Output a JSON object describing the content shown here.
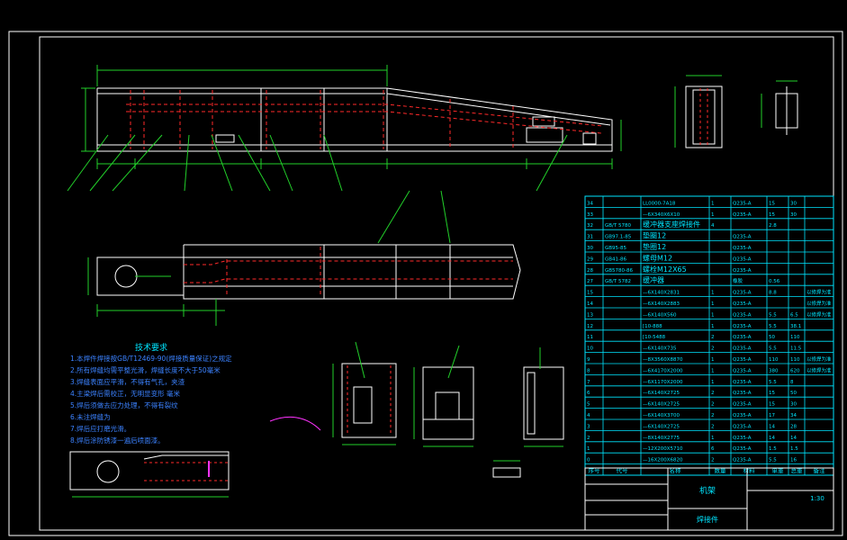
{
  "colors": {
    "background": "#000000",
    "frame": "#ffffff",
    "outline": "#ffffff",
    "dimension": "#22d02a",
    "hidden": "#ff2a2a",
    "table": "#00e5ff",
    "notes": "#3b82ff",
    "highlight": "#ff33ff",
    "leader": "#ffff00"
  },
  "notes": {
    "title": "技术要求",
    "items": [
      "1.本焊件焊接按GB/T12469-90(焊接质量保证)之规定",
      "2.所有焊缝均需平整光滑，焊缝长度不大于50毫米",
      "3.焊缝表面应平滑，不得有气孔，夹渣",
      "4.主梁焊后需校正，无明显变形  毫米",
      "5.焊后须做去应力处理，不得有裂纹",
      "6.未注焊缝为",
      "7.焊后应打磨光滑。",
      "8.焊后涂防锈漆一遍后喷面漆。"
    ]
  },
  "bom": {
    "header": [
      "序号",
      "代号",
      "名称",
      "数量",
      "材料",
      "单重",
      "总重",
      "备注"
    ],
    "rows": [
      {
        "no": "34",
        "code": "",
        "name": "LL0000-7A18",
        "qty": "1",
        "mat": "Q235-A",
        "w1": "15",
        "w2": "30",
        "note": ""
      },
      {
        "no": "33",
        "code": "",
        "name": "—6X340X6X10",
        "qty": "1",
        "mat": "Q235-A",
        "w1": "15",
        "w2": "30",
        "note": ""
      },
      {
        "no": "32",
        "code": "GB/T 5780",
        "name": "缓冲器支座焊接件",
        "qty": "4",
        "mat": "",
        "w1": "2.8",
        "w2": "",
        "note": ""
      },
      {
        "no": "31",
        "code": "GB97.1-85",
        "name": "垫圈12",
        "qty": "",
        "mat": "Q235-A",
        "w1": "",
        "w2": "",
        "note": ""
      },
      {
        "no": "30",
        "code": "GB95-85",
        "name": "垫圈12",
        "qty": "",
        "mat": "Q235-A",
        "w1": "",
        "w2": "",
        "note": ""
      },
      {
        "no": "29",
        "code": "GB41-86",
        "name": "螺母M12",
        "qty": "",
        "mat": "Q235-A",
        "w1": "",
        "w2": "",
        "note": ""
      },
      {
        "no": "28",
        "code": "GB5780-86",
        "name": "螺栓M12X65",
        "qty": "",
        "mat": "Q235-A",
        "w1": "",
        "w2": "",
        "note": ""
      },
      {
        "no": "27",
        "code": "GB/T 5782",
        "name": "缓冲器",
        "qty": "",
        "mat": "橡胶",
        "w1": "0.56",
        "w2": "",
        "note": ""
      },
      {
        "no": "15",
        "code": "",
        "name": "—6X140X2831",
        "qty": "1",
        "mat": "Q235-A",
        "w1": "8.8",
        "w2": "",
        "note": "以修焊为准"
      },
      {
        "no": "14",
        "code": "",
        "name": "—6X140X2883",
        "qty": "1",
        "mat": "Q235-A",
        "w1": "",
        "w2": "",
        "note": "以修焊为准"
      },
      {
        "no": "13",
        "code": "",
        "name": "—6X140X560",
        "qty": "1",
        "mat": "Q235-A",
        "w1": "5.5",
        "w2": "6.5",
        "note": "以修焊为准"
      },
      {
        "no": "12",
        "code": "",
        "name": "[10-888",
        "qty": "1",
        "mat": "Q235-A",
        "w1": "5.5",
        "w2": "38.1",
        "note": ""
      },
      {
        "no": "11",
        "code": "",
        "name": "[10-5488",
        "qty": "2",
        "mat": "Q235-A",
        "w1": "50",
        "w2": "110",
        "note": ""
      },
      {
        "no": "10",
        "code": "",
        "name": "—6X140X735",
        "qty": "2",
        "mat": "Q235-A",
        "w1": "5.5",
        "w2": "11.5",
        "note": ""
      },
      {
        "no": "9",
        "code": "",
        "name": "—8X3560X8870",
        "qty": "1",
        "mat": "Q235-A",
        "w1": "110",
        "w2": "110",
        "note": "以修焊为准"
      },
      {
        "no": "8",
        "code": "",
        "name": "—6X4170X2000",
        "qty": "1",
        "mat": "Q235-A",
        "w1": "380",
        "w2": "620",
        "note": "以修焊为准"
      },
      {
        "no": "7",
        "code": "",
        "name": "—6X1170X2000",
        "qty": "1",
        "mat": "Q235-A",
        "w1": "5.5",
        "w2": "8",
        "note": ""
      },
      {
        "no": "6",
        "code": "",
        "name": "—6X140X2725",
        "qty": "2",
        "mat": "Q235-A",
        "w1": "15",
        "w2": "50",
        "note": ""
      },
      {
        "no": "5",
        "code": "",
        "name": "—6X140X2725",
        "qty": "2",
        "mat": "Q235-A",
        "w1": "15",
        "w2": "30",
        "note": ""
      },
      {
        "no": "4",
        "code": "",
        "name": "—6X140X3700",
        "qty": "2",
        "mat": "Q235-A",
        "w1": "17",
        "w2": "34",
        "note": ""
      },
      {
        "no": "3",
        "code": "",
        "name": "—6X140X2725",
        "qty": "2",
        "mat": "Q235-A",
        "w1": "14",
        "w2": "28",
        "note": ""
      },
      {
        "no": "2",
        "code": "",
        "name": "—8X140X2775",
        "qty": "1",
        "mat": "Q235-A",
        "w1": "14",
        "w2": "14",
        "note": ""
      },
      {
        "no": "1",
        "code": "",
        "name": "—12X200X5710",
        "qty": "6",
        "mat": "Q235-A",
        "w1": "1.5",
        "w2": "1.5",
        "note": ""
      },
      {
        "no": "0",
        "code": "",
        "name": "—16X200X6820",
        "qty": "2",
        "mat": "Q235-A",
        "w1": "5.5",
        "w2": "16",
        "note": ""
      }
    ]
  },
  "title_block": {
    "part_name": "机架",
    "sub_name": "焊接件",
    "scale": "1:30"
  }
}
